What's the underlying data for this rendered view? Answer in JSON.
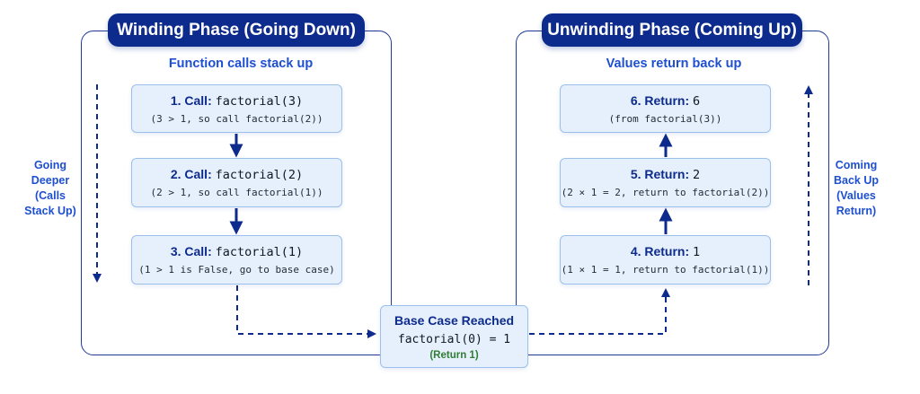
{
  "winding": {
    "title": "Winding Phase (Going Down)",
    "subtitle": "Function calls stack up",
    "side_label_lines": [
      "Going",
      "Deeper",
      "(Calls",
      "Stack Up)"
    ],
    "steps": [
      {
        "label": "1. Call:",
        "fn": "factorial(3)",
        "desc": "(3 > 1, so call factorial(2))"
      },
      {
        "label": "2. Call:",
        "fn": "factorial(2)",
        "desc": "(2 > 1, so call factorial(1))"
      },
      {
        "label": "3. Call:",
        "fn": "factorial(1)",
        "desc": "(1 > 1 is False, go to base case)"
      }
    ]
  },
  "unwinding": {
    "title": "Unwinding Phase (Coming Up)",
    "subtitle": "Values return back up",
    "side_label_lines": [
      "Coming",
      "Back Up",
      "(Values",
      "Return)"
    ],
    "steps": [
      {
        "label": "6. Return:",
        "fn": "6",
        "desc": "(from factorial(3))"
      },
      {
        "label": "5. Return:",
        "fn": "2",
        "desc": "(2 × 1 = 2, return to factorial(2))"
      },
      {
        "label": "4. Return:",
        "fn": "1",
        "desc": "(1 × 1 = 1, return to factorial(1))"
      }
    ]
  },
  "base_case": {
    "title": "Base Case Reached",
    "expr": "factorial(0) = 1",
    "ret": "(Return 1)"
  },
  "colors": {
    "navy": "#0d2b8c",
    "accent": "#1e4fd0",
    "node_fill": "#e6f0fc",
    "node_border": "#9cc0ec",
    "green": "#2e7d32"
  }
}
